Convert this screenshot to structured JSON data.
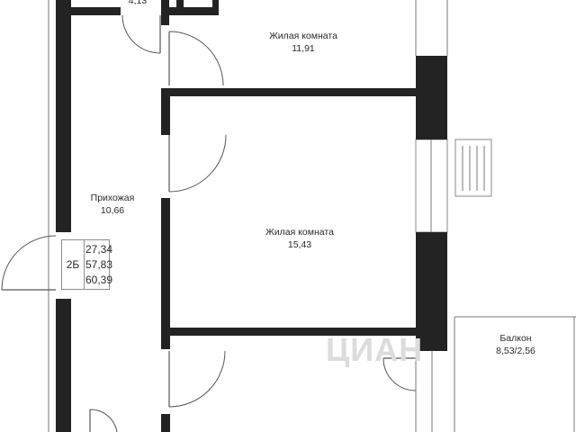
{
  "rooms": [
    {
      "name": "Жилая комната",
      "area": "11,91"
    },
    {
      "name": "Прихожая",
      "area": "10,66"
    },
    {
      "name": "Жилая комната",
      "area": "15,43"
    },
    {
      "name": "Балкон",
      "area": "8,53/2,56"
    }
  ],
  "partial_area": "4,13",
  "apartment": {
    "code": "2Б",
    "areas": [
      "27,34",
      "57,83",
      "60,39"
    ]
  },
  "watermark": "ЦИАН"
}
